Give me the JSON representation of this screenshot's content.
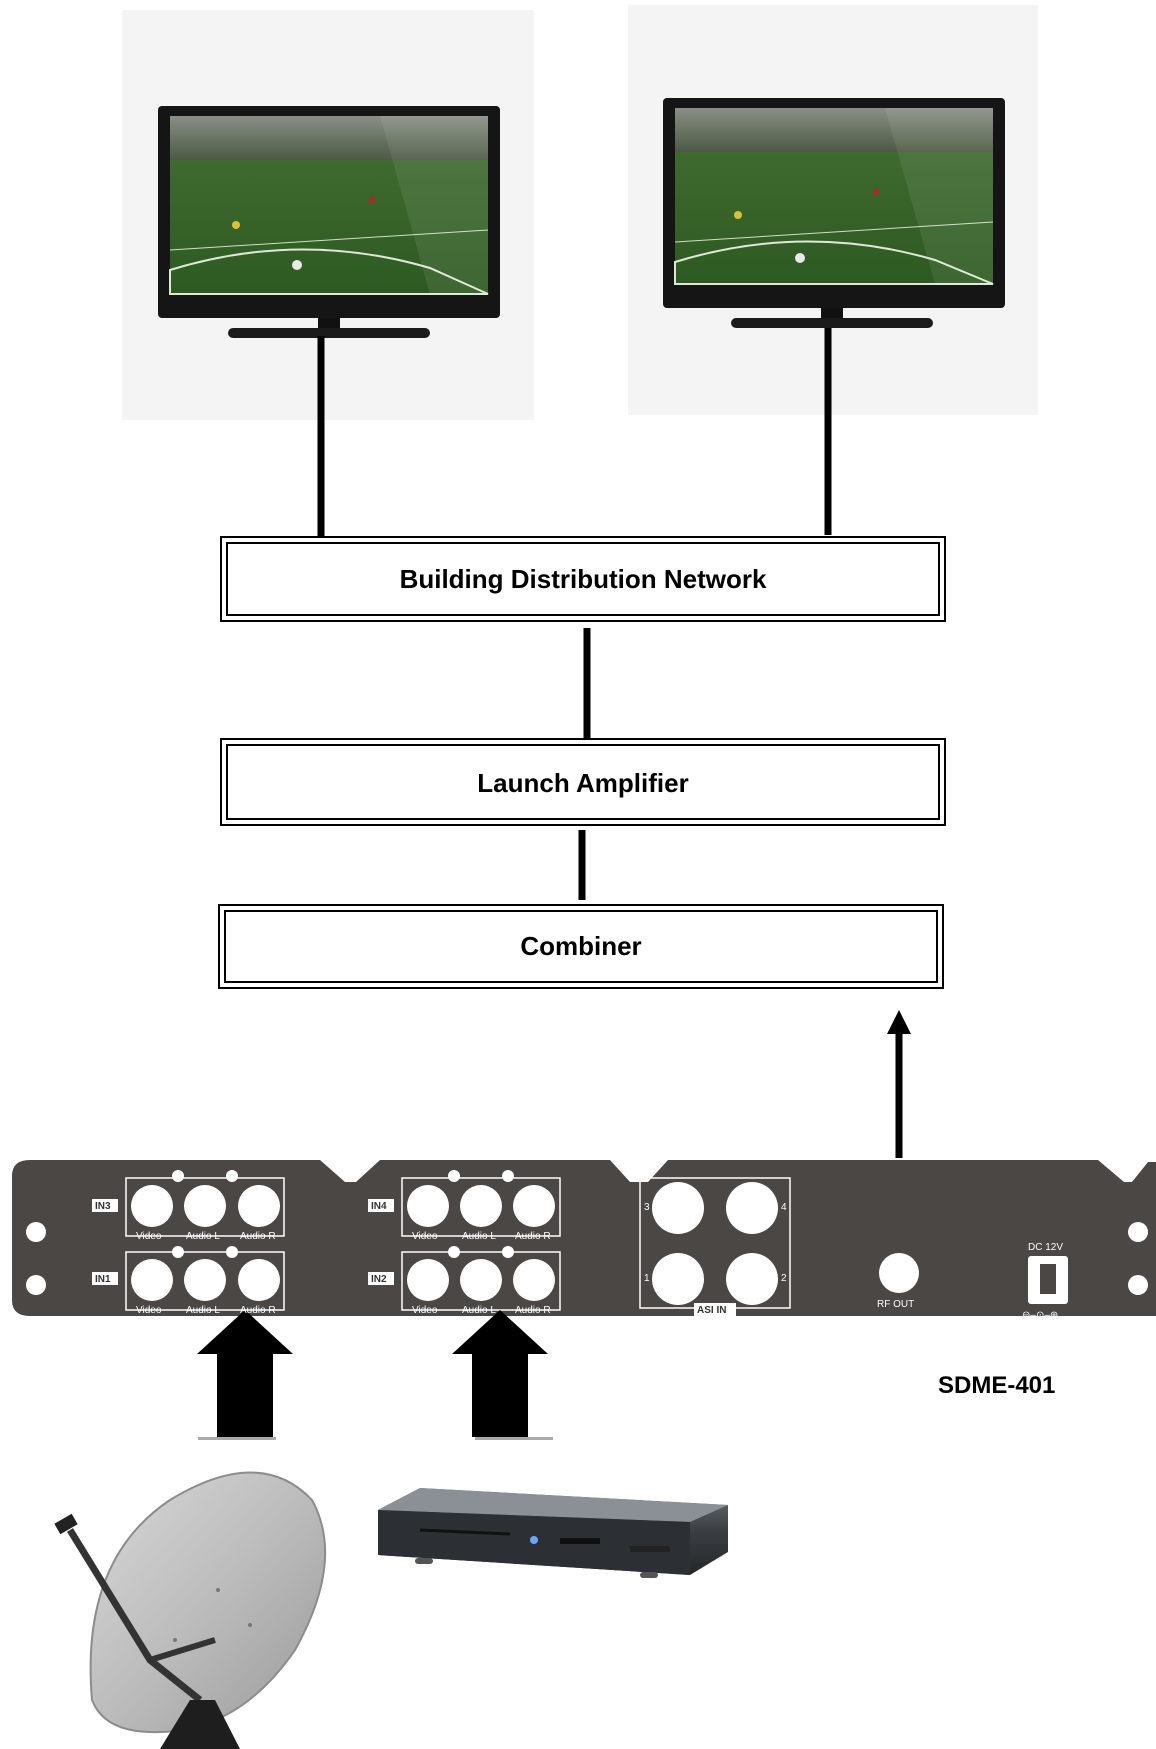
{
  "boxes": {
    "distribution": "Building Distribution Network",
    "amplifier": "Launch Amplifier",
    "combiner": "Combiner"
  },
  "device": {
    "model": "SDME-401",
    "inputs": [
      {
        "tag": "IN3",
        "labels": [
          "Video",
          "Audio L",
          "Audio R"
        ]
      },
      {
        "tag": "IN4",
        "labels": [
          "Video",
          "Audio L",
          "Audio R"
        ]
      },
      {
        "tag": "IN1",
        "labels": [
          "Video",
          "Audio L",
          "Audio R"
        ]
      },
      {
        "tag": "IN2",
        "labels": [
          "Video",
          "Audio L",
          "Audio R"
        ]
      }
    ],
    "asi": {
      "label": "ASI IN",
      "ports": [
        "3",
        "4",
        "1",
        "2"
      ]
    },
    "rf_out": "RF OUT",
    "power": {
      "label": "DC 12V",
      "polarity": "⊖–⊙–⊕"
    }
  },
  "colors": {
    "panel": "#4a4745",
    "line": "#000000"
  },
  "icons": [
    "tv-icon",
    "tv-icon",
    "satellite-dish-icon",
    "dvd-player-icon"
  ]
}
